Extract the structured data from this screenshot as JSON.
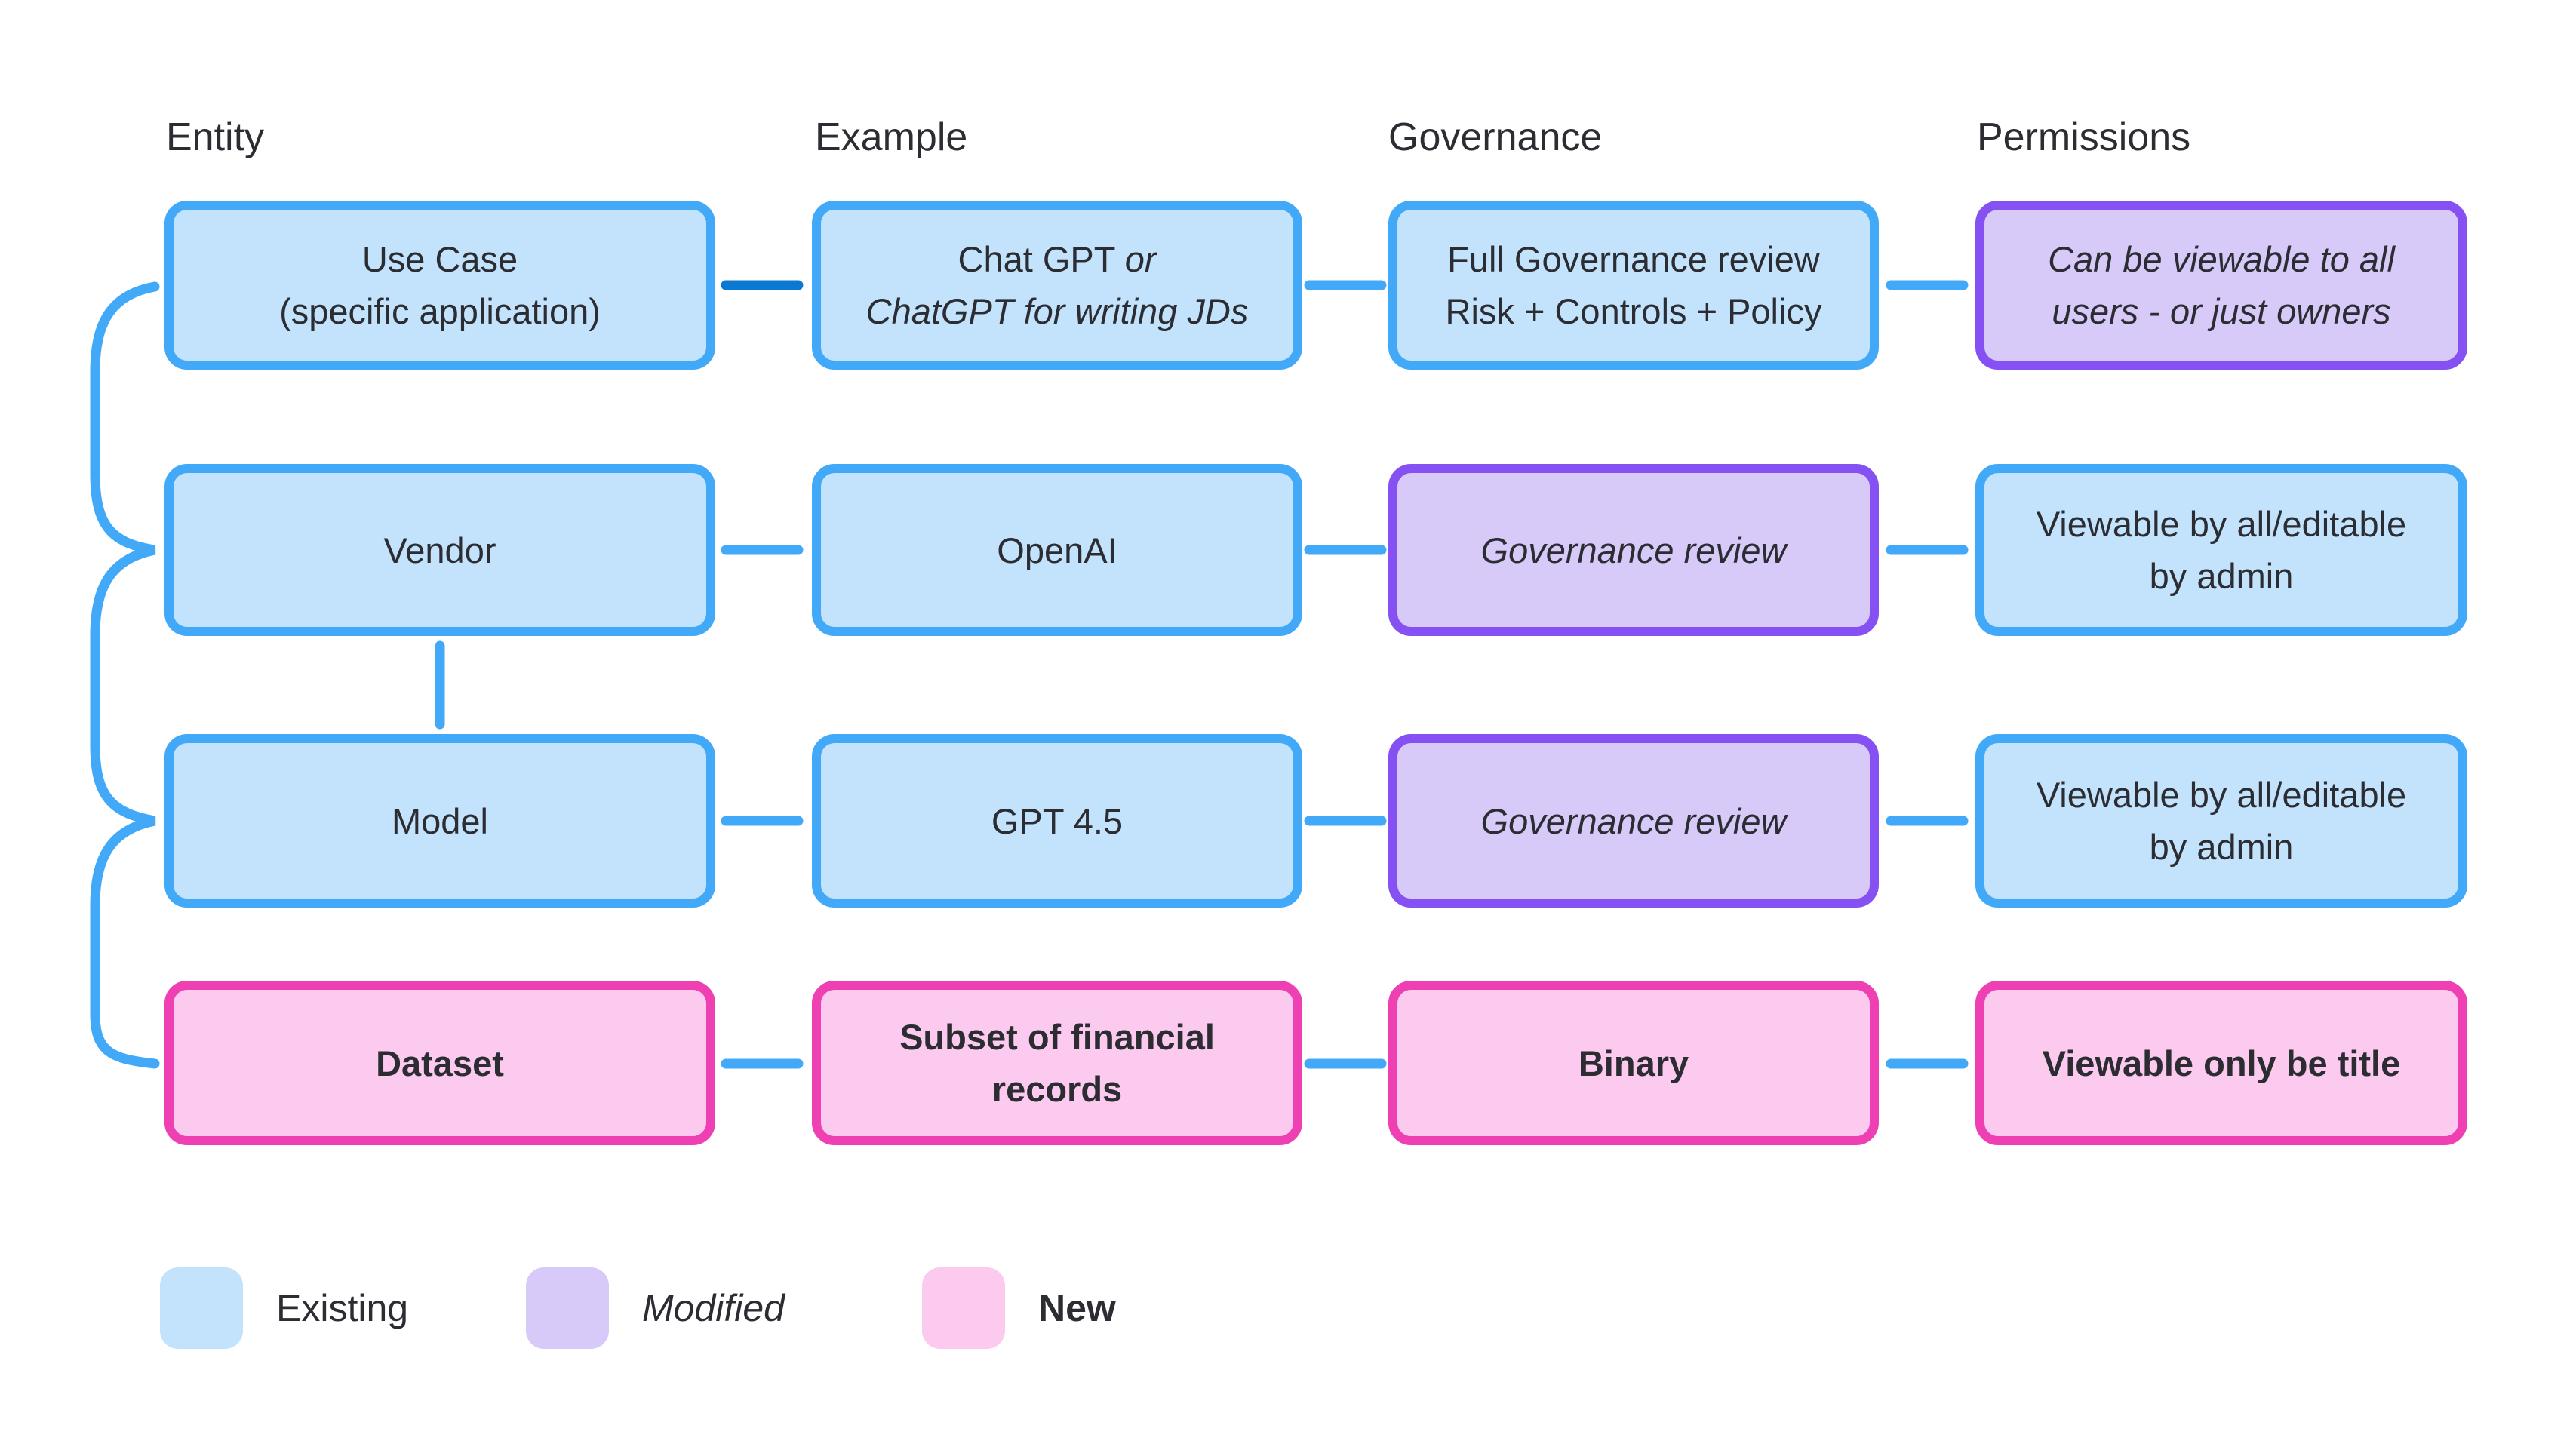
{
  "page": {
    "background": "#ffffff"
  },
  "colors": {
    "existing-border": "#41a9f8",
    "existing-fill": "#c3e2fc",
    "modified-border": "#8551f2",
    "modified-fill": "#d7c9f8",
    "new-border": "#ee3fb3",
    "new-fill": "#fccaee",
    "connector": "#41a9f8",
    "connector-dark": "#0b79d2",
    "ink": "#2c2d33"
  },
  "columns": [
    {
      "header": "Entity"
    },
    {
      "header": "Example"
    },
    {
      "header": "Governance"
    },
    {
      "header": "Permissions"
    }
  ],
  "rows": [
    {
      "name": "use-case",
      "entity": {
        "l1": "Use Case",
        "l2": "(specific application)",
        "status": "existing"
      },
      "example": {
        "l1": "Chat GPT",
        "l1_italic": "or",
        "l2": "ChatGPT for writing JDs",
        "status": "existing"
      },
      "governance": {
        "l1": "Full Governance review",
        "l2": "Risk + Controls + Policy",
        "status": "existing"
      },
      "permissions": {
        "l1": "Can be viewable to all",
        "l2": "users - or just owners",
        "status": "modified"
      }
    },
    {
      "name": "vendor",
      "entity": {
        "l1": "Vendor",
        "status": "existing"
      },
      "example": {
        "l1": "OpenAI",
        "status": "existing"
      },
      "governance": {
        "l1": "Governance review",
        "status": "modified"
      },
      "permissions": {
        "l1": "Viewable by all/editable",
        "l2": "by admin",
        "status": "existing"
      }
    },
    {
      "name": "model",
      "entity": {
        "l1": "Model",
        "status": "existing"
      },
      "example": {
        "l1": "GPT 4.5",
        "status": "existing"
      },
      "governance": {
        "l1": "Governance review",
        "status": "modified"
      },
      "permissions": {
        "l1": "Viewable by all/editable",
        "l2": "by admin",
        "status": "existing"
      }
    },
    {
      "name": "dataset",
      "entity": {
        "l1": "Dataset",
        "status": "new"
      },
      "example": {
        "l1": "Subset of financial",
        "l2": "records",
        "status": "new"
      },
      "governance": {
        "l1": "Binary",
        "status": "new"
      },
      "permissions": {
        "l1": "Viewable only be title",
        "status": "new"
      }
    }
  ],
  "legend": [
    {
      "label": "Existing",
      "variant": "existing"
    },
    {
      "label": "Modified",
      "variant": "modified"
    },
    {
      "label": "New",
      "variant": "new"
    }
  ]
}
